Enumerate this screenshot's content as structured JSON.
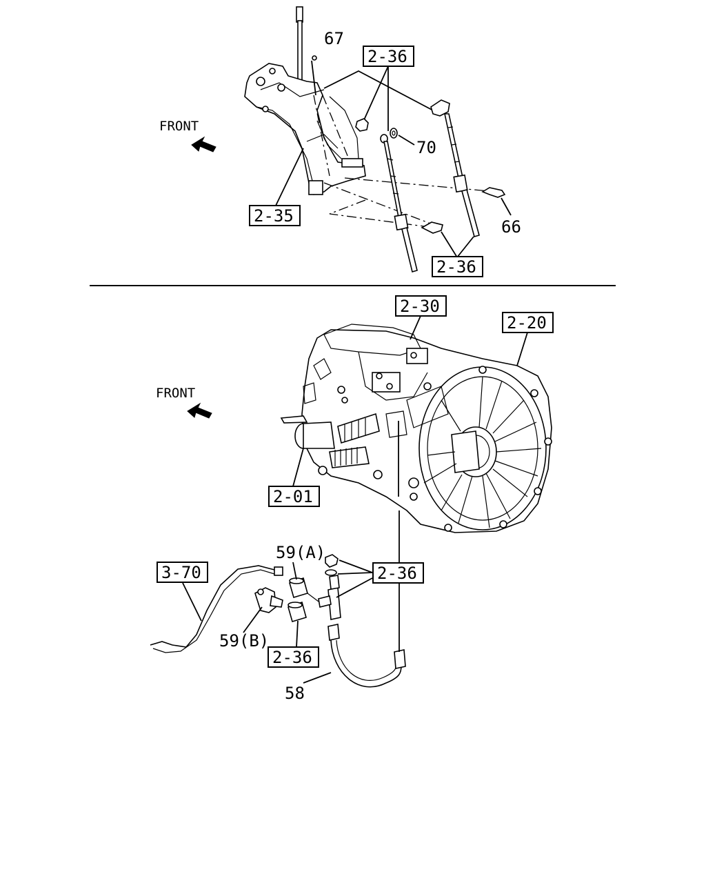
{
  "top_section": {
    "front_label": "FRONT",
    "callouts": {
      "c67": "67",
      "c70": "70",
      "c66": "66",
      "ref_2_36_top": "2-36",
      "ref_2_35": "2-35",
      "ref_2_36_bottom": "2-36"
    }
  },
  "bottom_section": {
    "front_label": "FRONT",
    "callouts": {
      "ref_2_30": "2-30",
      "ref_2_20": "2-20",
      "ref_2_01": "2-01",
      "ref_3_70": "3-70",
      "c59a": "59(A)",
      "c59b": "59(B)",
      "ref_2_36_mid": "2-36",
      "ref_2_36_low": "2-36",
      "c58": "58"
    }
  },
  "icons": [
    "front-arrow-icon",
    "shift-lever",
    "shift-cable",
    "transmission",
    "hose",
    "fitting"
  ]
}
